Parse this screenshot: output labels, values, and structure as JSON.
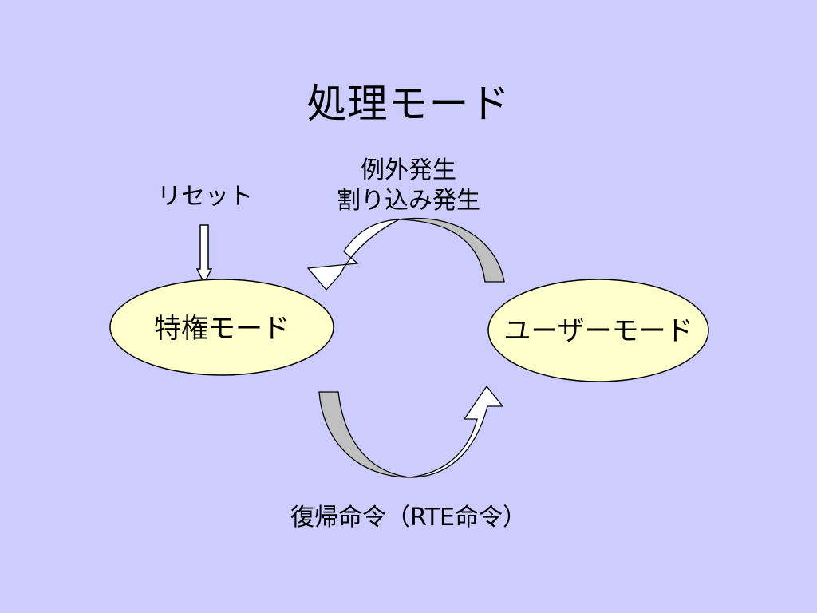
{
  "slide": {
    "title": "処理モード",
    "background": "#CCCCFF"
  },
  "nodes": {
    "privileged": {
      "label": "特権モード",
      "fill": "#FFFFCC"
    },
    "user": {
      "label": "ユーザーモード",
      "fill": "#FFFFCC"
    }
  },
  "edges": {
    "reset": {
      "label": "リセット",
      "target": "privileged",
      "fill": "#FFFFFF"
    },
    "exception": {
      "label_line1": "例外発生",
      "label_line2": "割り込み発生",
      "from": "user",
      "to": "privileged",
      "shade": "#C0C0C0"
    },
    "return": {
      "label": "復帰命令（RTE命令）",
      "from": "privileged",
      "to": "user",
      "shade": "#C0C0C0"
    }
  }
}
